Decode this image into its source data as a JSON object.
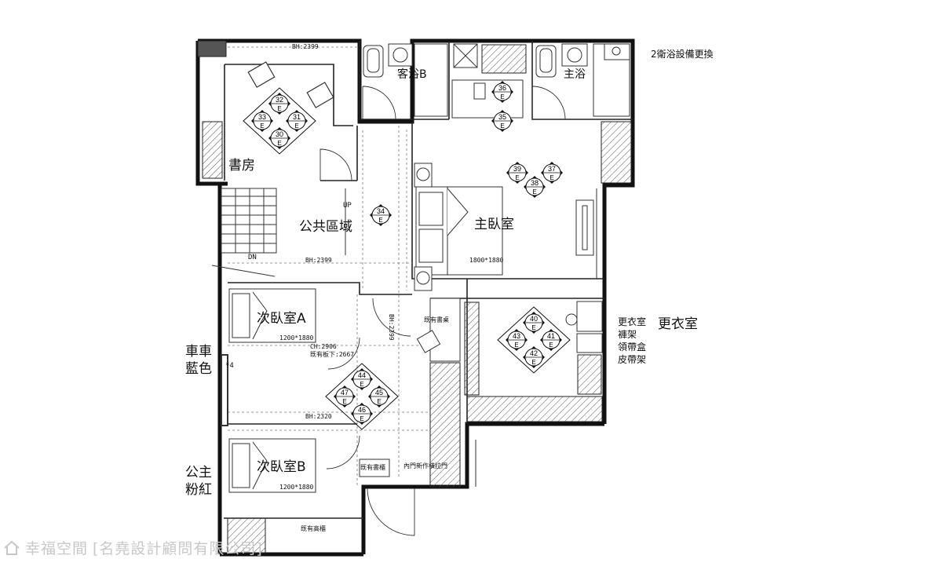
{
  "rooms": {
    "study": "書房",
    "public_area": "公共區域",
    "guest_bath": "客浴B",
    "master_bath": "主浴",
    "master_bedroom": "主臥室",
    "bedroom_a": "次臥室A",
    "bedroom_b": "次臥室B",
    "dressing_room": "更衣室"
  },
  "notes": {
    "bath_equipment": "2衛浴設備更換",
    "dressing_items": [
      "更衣室",
      "褲架",
      "領帶盒",
      "皮帶架"
    ],
    "bedroom_a_color": [
      "車車",
      "藍色"
    ],
    "bedroom_b_color": [
      "公主",
      "粉紅"
    ],
    "marker4": "*4",
    "up": "UP",
    "dn": "DN",
    "bh_top": "BH:2399",
    "bh_hall": "BH:2399",
    "bh_vertical": "BH:2399",
    "bh_lower": "BH:2320",
    "bed_master": "1800*1880",
    "bed_a": "1200*1880",
    "bed_b": "1200*1880",
    "ceiling_height": "CH:2906",
    "existing_floor": "既有板下:2667",
    "existing_desk": "既有書桌",
    "existing_bookcase": "既有書櫃",
    "new_sliding_door": "內門新作橫拉門",
    "existing_tall_cabinet": "既有高櫃"
  },
  "markers": [
    {
      "group": "study",
      "items": [
        "32",
        "33",
        "31",
        "30"
      ]
    },
    {
      "group": "hall",
      "items": [
        "34"
      ]
    },
    {
      "group": "bath",
      "items": [
        "36",
        "35"
      ]
    },
    {
      "group": "master",
      "items": [
        "39",
        "37",
        "38"
      ]
    },
    {
      "group": "dressing",
      "items": [
        "40",
        "43",
        "41",
        "42"
      ]
    },
    {
      "group": "corridor",
      "items": [
        "44",
        "47",
        "45",
        "46"
      ]
    }
  ],
  "marker_letter": "E",
  "watermark": {
    "brand": "幸福空間",
    "company": "[名堯設計顧問有限公司]"
  }
}
